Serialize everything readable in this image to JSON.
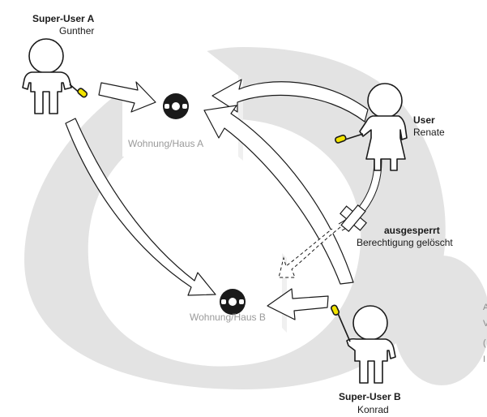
{
  "colors": {
    "ring": "#e3e3e3",
    "house_fill": "#ffffff",
    "lock_icon": "#1a1a1a",
    "key_tip": "#f2e400",
    "outline": "#1a1a1a",
    "house_label": "#9a9a9a"
  },
  "persons": {
    "super_user_a": {
      "role": "Super-User A",
      "name": "Gunther"
    },
    "user": {
      "role": "User",
      "name": "Renate"
    },
    "super_user_b": {
      "role": "Super-User B",
      "name": "Konrad"
    }
  },
  "houses": {
    "a": {
      "label": "Wohnung/Haus  A"
    },
    "b": {
      "label": "Wohnung/Haus B"
    }
  },
  "revoked": {
    "title": "ausgesperrt",
    "subtitle": "Berechtigung gelöscht"
  },
  "edge_text": [
    "A",
    "V",
    "(",
    "I"
  ]
}
